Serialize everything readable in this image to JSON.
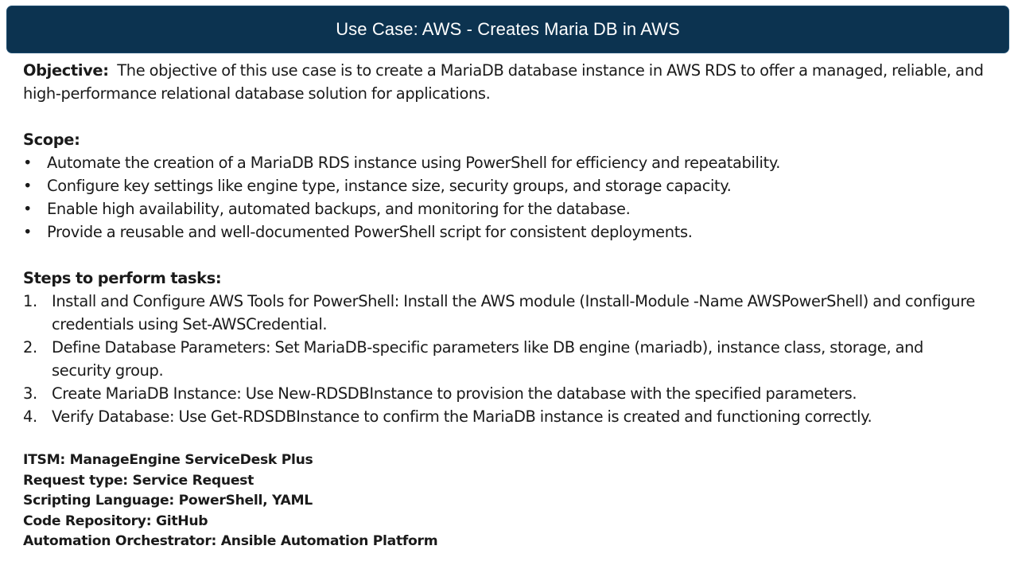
{
  "title": "Use Case: AWS - Creates Maria DB in AWS",
  "objective": {
    "label": "Objective:",
    "text": "The objective of this use case is to create a MariaDB database instance in AWS RDS to offer a managed, reliable, and high-performance relational database solution for applications."
  },
  "scope": {
    "heading": "Scope:",
    "bullet_symbol": "•",
    "items": [
      "Automate the creation of a MariaDB RDS instance using PowerShell for efficiency and repeatability.",
      "Configure key settings like engine type, instance size, security groups, and storage capacity.",
      "Enable high availability, automated backups, and monitoring for the database.",
      "Provide a reusable and well-documented PowerShell script for consistent deployments."
    ]
  },
  "steps": {
    "heading": "Steps to perform tasks:",
    "items": [
      {
        "num": "1.",
        "text": "Install and Configure AWS Tools for PowerShell: Install the AWS module (Install-Module -Name AWSPowerShell) and configure credentials using Set-AWSCredential."
      },
      {
        "num": "2.",
        "text": "Define Database Parameters: Set MariaDB-specific parameters like DB engine (mariadb), instance class, storage, and security group."
      },
      {
        "num": "3.",
        "text": "Create MariaDB Instance: Use New-RDSDBInstance to provision the database with the specified parameters."
      },
      {
        "num": "4.",
        "text": "Verify Database: Use Get-RDSDBInstance to confirm the MariaDB instance is created and functioning correctly."
      }
    ]
  },
  "meta": {
    "itsm": "ITSM: ManageEngine ServiceDesk Plus",
    "request_type": "Request type: Service Request",
    "scripting_language": "Scripting Language: PowerShell, YAML",
    "code_repository": "Code Repository: GitHub",
    "automation_orchestrator": "Automation Orchestrator: Ansible Automation Platform"
  },
  "colors": {
    "title_bar": "#0c3350",
    "title_text": "#ffffff",
    "body_text": "#1a1a1a"
  }
}
